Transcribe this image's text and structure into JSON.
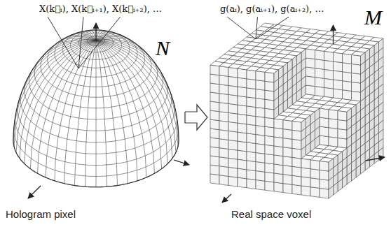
{
  "diagram": {
    "nodes": [
      {
        "text": [
          "N"
        ]
      },
      {
        "text": [
          "M"
        ]
      }
    ],
    "edges": [
      {
        "from": 0,
        "to": 1,
        "arrow": "to"
      }
    ],
    "labels": [
      "X(k⃗ᵢ), X(k⃗ᵢ₊₁), X(k⃗ᵢ₊₂), …",
      "g(aᵢ), g(aᵢ₊₁), g(aᵢ₊₂), …",
      "Hologram pixel",
      "Real space voxel"
    ]
  }
}
